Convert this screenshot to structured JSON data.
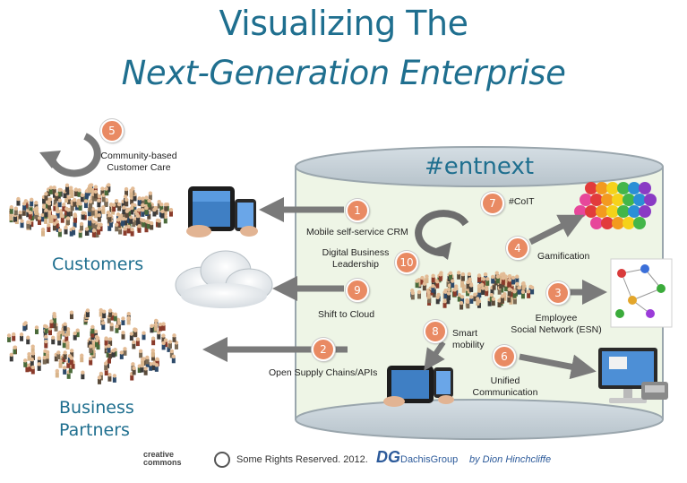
{
  "title": {
    "line1": "Visualizing The",
    "line2": "Next-Generation Enterprise"
  },
  "hashtag": "#entnext",
  "groups": {
    "customers": "Customers",
    "business_partners_line1": "Business",
    "business_partners_line2": "Partners"
  },
  "items": [
    {
      "num": "1",
      "label": "Mobile self-service CRM"
    },
    {
      "num": "2",
      "label": "Open Supply Chains/APIs"
    },
    {
      "num": "3",
      "label_line1": "Employee",
      "label_line2": "Social Network (ESN)"
    },
    {
      "num": "4",
      "label": "Gamification"
    },
    {
      "num": "5",
      "label_line1": "Community-based",
      "label_line2": "Customer Care"
    },
    {
      "num": "6",
      "label_line1": "Unified",
      "label_line2": "Communication"
    },
    {
      "num": "7",
      "label": "#CoIT"
    },
    {
      "num": "8",
      "label_line1": "Smart",
      "label_line2": "mobility"
    },
    {
      "num": "9",
      "label": "Shift to Cloud"
    },
    {
      "num": "10",
      "label_line1": "Digital Business",
      "label_line2": "Leadership"
    }
  ],
  "footer": {
    "cc_line1": "creative",
    "cc_line2": "commons",
    "rights": "Some Rights Reserved. 2012.",
    "company_a": "Dachis",
    "company_b": "Group",
    "byline": "by Dion Hinchcliffe"
  },
  "colors": {
    "title": "#1f6f8f",
    "badge": "#e98a63",
    "cylinder_fill": "#eef5e6",
    "arrow": "#7a7a7a"
  }
}
